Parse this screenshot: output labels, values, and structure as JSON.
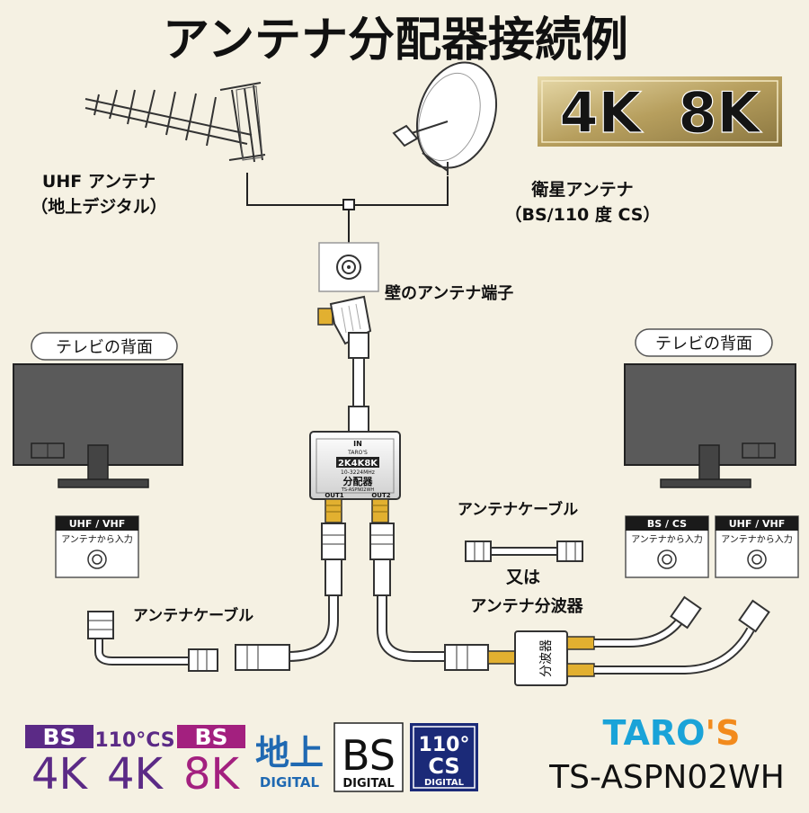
{
  "title": "アンテナ分配器接続例",
  "badge_4k8k": {
    "part1": "4K",
    "part2": "8K"
  },
  "uhf_antenna": {
    "line1": "UHF アンテナ",
    "line2": "（地上デジタル）"
  },
  "satellite_antenna": {
    "line1": "衛星アンテナ",
    "line2": "（BS/110 度 CS）"
  },
  "wall_terminal_label": "壁のアンテナ端子",
  "tv_left": {
    "back_label": "テレビの背面",
    "port": {
      "header": "UHF / VHF",
      "sub": "アンテナから入力"
    }
  },
  "tv_right": {
    "back_label": "テレビの背面",
    "ports": [
      {
        "header": "BS / CS",
        "sub": "アンテナから入力"
      },
      {
        "header": "UHF / VHF",
        "sub": "アンテナから入力"
      }
    ]
  },
  "splitter": {
    "in_label": "IN",
    "brand": "TARO'S",
    "band": "2K4K8K",
    "freq": "10-3224MHz",
    "name": "分配器",
    "model": "TS-ASPN02WH",
    "out1": "OUT1",
    "out2": "OUT2"
  },
  "cable_label_left": "アンテナケーブル",
  "cable_label_right": "アンテナケーブル",
  "or_text": "又は",
  "separator_label": "アンテナ分波器",
  "separator_body_text": "分波器",
  "logos": {
    "bs4k": {
      "top": "BS",
      "bottom": "4K"
    },
    "cs4k": {
      "top": "110°CS",
      "bottom": "4K"
    },
    "bs8k": {
      "top": "BS",
      "bottom": "8K"
    },
    "chideji": {
      "top": "地上",
      "bottom": "DIGITAL"
    },
    "bsdigital": {
      "top": "BS",
      "bottom": "DIGITAL"
    },
    "csdigital": {
      "top": "110°",
      "mid": "CS",
      "bottom": "DIGITAL"
    }
  },
  "brand_logo": {
    "part1": "TARO",
    "part2": "'S"
  },
  "model_number": "TS-ASPN02WH",
  "colors": {
    "background": "#f5f1e3",
    "tv_screen": "#5a5a5a",
    "purple": "#5b2a86",
    "magenta": "#a3207f",
    "blue": "#1f69b2",
    "navy": "#1b2a78",
    "gold": "#b7a064",
    "brand_blue": "#1aa3d8",
    "brand_orange": "#f28a1c",
    "connector_gold": "#e2b030"
  }
}
